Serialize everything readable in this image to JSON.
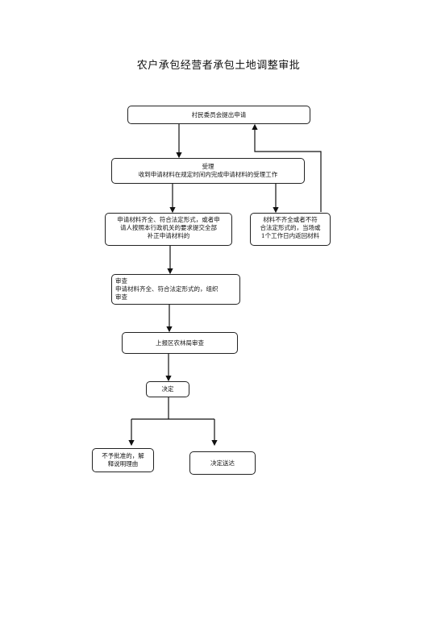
{
  "title": "农户承包经营者承包土地调整审批",
  "nodes": {
    "apply": "村民委员会提出申请",
    "accept": "受理\n收到申请材料在规定时间内完成申请材料的受理工作",
    "complete": "申请材料齐全、符合法定形式，或者申\n请人按照本行政机关的要求提交全部\n补正申请材料的",
    "incomplete": "材料不齐全或者不符\n合法定形式的，当场或\n1个工作日内返回材料",
    "review": "审查\n申请材料齐全、符合法定形式的，组织\n审查",
    "report": "上报区农林局审查",
    "decide": "决定",
    "reject": "不予批准的，解\n释说明理由",
    "deliver": "决定送达"
  }
}
